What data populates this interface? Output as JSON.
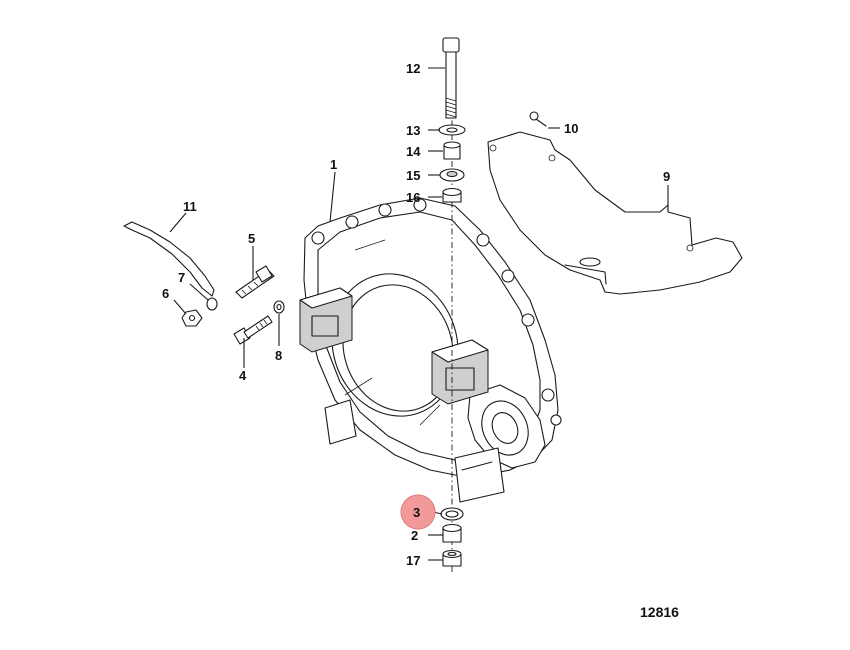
{
  "figure_number": "12816",
  "highlight_color": "#f29a9a",
  "callouts": {
    "c1": "1",
    "c2": "2",
    "c3": "3",
    "c4": "4",
    "c5": "5",
    "c6": "6",
    "c7": "7",
    "c8": "8",
    "c9": "9",
    "c10": "10",
    "c11": "11",
    "c12": "12",
    "c13": "13",
    "c14": "14",
    "c15": "15",
    "c16": "16",
    "c17": "17"
  },
  "highlighted_callout": "3"
}
